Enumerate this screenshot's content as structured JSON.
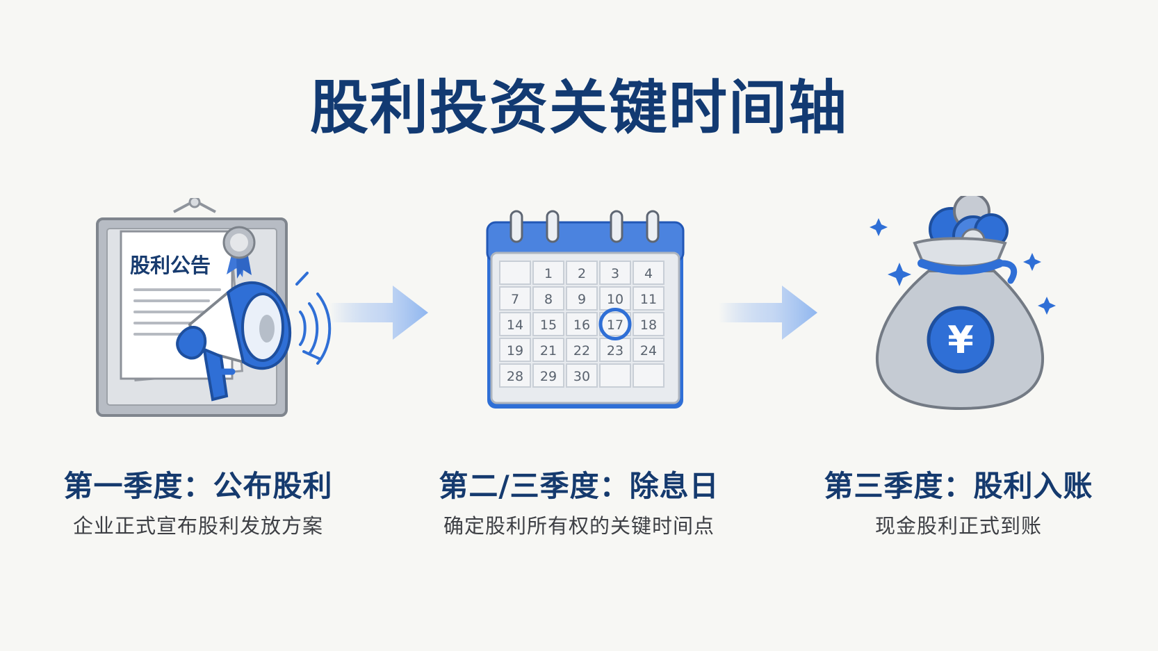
{
  "title": "股利投资关键时间轴",
  "steps": [
    {
      "title": "第一季度：公布股利",
      "description": "企业正式宣布股利发放方案",
      "illustration": "announcement-board-with-megaphone",
      "document_label": "股利公告"
    },
    {
      "title": "第二/三季度：除息日",
      "description": "确定股利所有权的关键时间点",
      "illustration": "calendar",
      "calendar_days": [
        "",
        "1",
        "2",
        "3",
        "4",
        "7",
        "8",
        "9",
        "10",
        "11",
        "14",
        "15",
        "16",
        "17",
        "18",
        "19",
        "21",
        "22",
        "23",
        "24",
        "28",
        "29",
        "30",
        "",
        ""
      ],
      "highlighted_day": "17"
    },
    {
      "title": "第三季度：股利入账",
      "description": "现金股利正式到账",
      "illustration": "money-bag",
      "bag_symbol": "¥"
    }
  ],
  "colors": {
    "title": "#123a72",
    "accent_blue": "#2f6fd6",
    "light_blue": "#8fb6ef",
    "gray": "#a7acb5",
    "text": "#3d3f44"
  }
}
